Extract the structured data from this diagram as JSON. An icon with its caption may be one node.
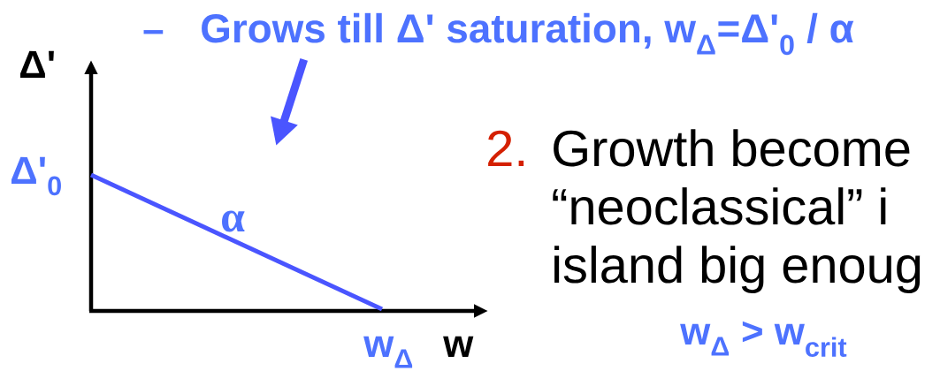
{
  "diagram": {
    "nodes": [
      {
        "text": [
          "Grows till Δ' saturation, w$_{Δ}$=Δ'$_{0}$ / α"
        ]
      },
      {
        "text": [],
        "shape": "picture"
      }
    ],
    "edges": [
      {
        "from": 0,
        "to": 1,
        "arrow": "to"
      }
    ],
    "labels": [
      "–",
      "Δ'",
      "Δ'$_{0}$",
      "2.",
      "Growth become",
      "α",
      "“neoclassical” i",
      "island big enoug",
      "w$_{Δ}$",
      "w",
      "w$_{Δ}$ > w$_{crit}$"
    ]
  }
}
